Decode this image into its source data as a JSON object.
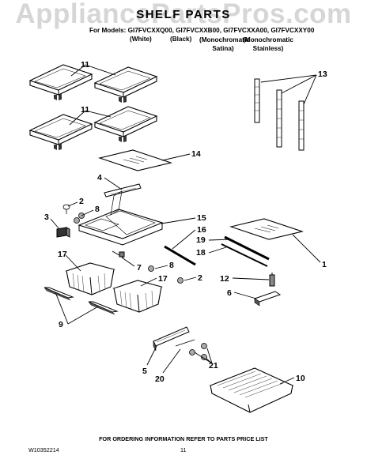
{
  "watermark": "AppliancePartsPros.com",
  "title": "SHELF PARTS",
  "models_line": "For Models: GI7FVCXXQ00, GI7FVCXXB00, GI7FVCXXA00, GI7FVCXXY00",
  "colors": {
    "white": "(White)",
    "black": "(Black)",
    "satina": "(Monochromatic Satina)",
    "stainless": "(Monochromatic Stainless)"
  },
  "callouts": [
    "11",
    "11",
    "13",
    "14",
    "4",
    "2",
    "8",
    "3",
    "15",
    "16",
    "19",
    "18",
    "1",
    "17",
    "7",
    "8",
    "17",
    "2",
    "12",
    "6",
    "9",
    "5",
    "20",
    "21",
    "10"
  ],
  "footer": {
    "note": "FOR ORDERING INFORMATION REFER TO PARTS PRICE LIST",
    "doc_number": "W10352214",
    "page": "11"
  }
}
